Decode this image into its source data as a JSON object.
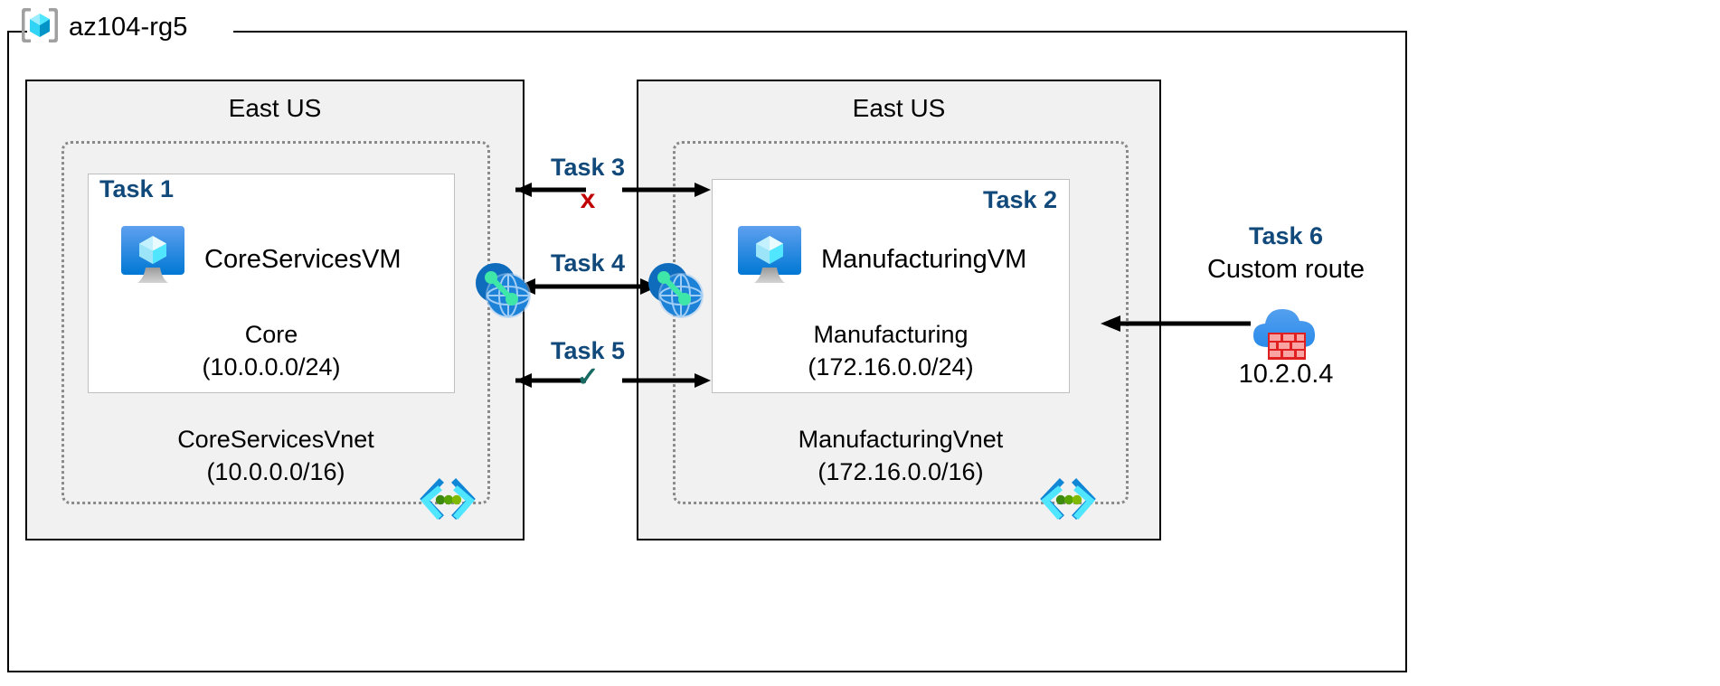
{
  "resource_group": {
    "name": "az104-rg5",
    "icon": "azure-resource-group-icon"
  },
  "regions": [
    {
      "id": "left",
      "label": "East US"
    },
    {
      "id": "right",
      "label": "East US"
    }
  ],
  "vnets": [
    {
      "id": "core",
      "name": "CoreServicesVnet",
      "cidr": "(10.0.0.0/16)",
      "icon": "virtual-network-icon",
      "task_tag": "Task 1",
      "vm": {
        "name": "CoreServicesVM",
        "icon": "virtual-machine-icon"
      },
      "subnet": {
        "name": "Core",
        "cidr": "(10.0.0.0/24)"
      }
    },
    {
      "id": "manufacturing",
      "name": "ManufacturingVnet",
      "cidr": "(172.16.0.0/16)",
      "icon": "virtual-network-icon",
      "task_tag": "Task 2",
      "vm": {
        "name": "ManufacturingVM",
        "icon": "virtual-machine-icon"
      },
      "subnet": {
        "name": "Manufacturing",
        "cidr": "(172.16.0.0/24)"
      }
    }
  ],
  "connections": [
    {
      "id": "task3",
      "label": "Task 3",
      "mark": "x",
      "mark_type": "blocked",
      "mark_color": "#c00000"
    },
    {
      "id": "task4",
      "label": "Task 4",
      "mark": "",
      "mark_type": "peering",
      "mark_color": ""
    },
    {
      "id": "task5",
      "label": "Task 5",
      "mark": "✓",
      "mark_type": "allowed",
      "mark_color": "#186b63"
    }
  ],
  "peering": {
    "left_icon": "vnet-peering-icon",
    "right_icon": "vnet-peering-icon"
  },
  "task6": {
    "label": "Task 6",
    "description": "Custom route",
    "ip": "10.2.0.4",
    "icon": "firewall-cloud-icon"
  },
  "colors": {
    "task_blue": "#11497b",
    "blocked_red": "#c00000",
    "allowed_teal": "#186b63",
    "region_fill": "#f1f1f1",
    "vnet_border": "#8a8a8a",
    "azure_blue": "#0078d4"
  }
}
